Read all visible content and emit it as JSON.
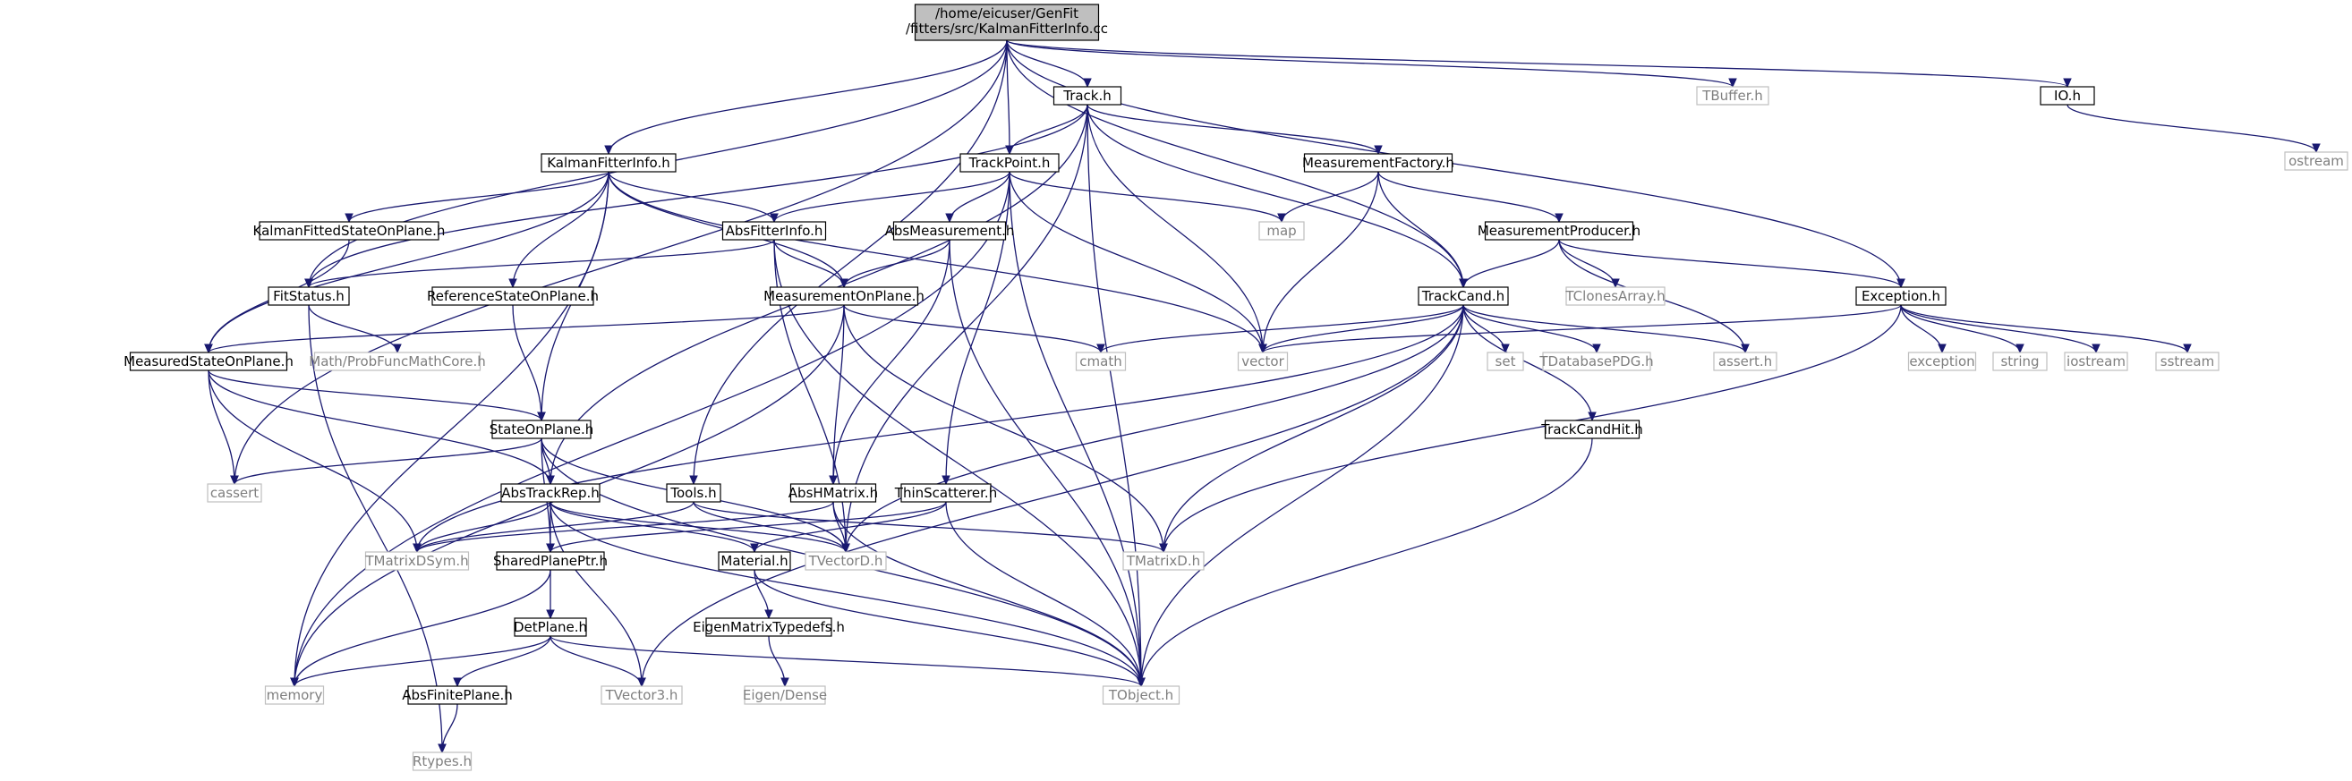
{
  "colors": {
    "edge": "#191970",
    "internal_border": "#000000",
    "external_border": "#bfbfbf",
    "root_fill": "#bfbfbf",
    "external_text": "#7f7f7f",
    "internal_text": "#000000"
  },
  "nodes": [
    {
      "id": "root",
      "lines": [
        "/home/eicuser/GenFit",
        "/fitters/src/KalmanFitterInfo.cc"
      ],
      "kind": "root"
    },
    {
      "id": "track_h",
      "lines": [
        "Track.h"
      ],
      "kind": "internal"
    },
    {
      "id": "tbuffer_h",
      "lines": [
        "TBuffer.h"
      ],
      "kind": "external"
    },
    {
      "id": "io_h",
      "lines": [
        "IO.h"
      ],
      "kind": "internal"
    },
    {
      "id": "ostream",
      "lines": [
        "ostream"
      ],
      "kind": "external"
    },
    {
      "id": "kalmanfitterinfo_h",
      "lines": [
        "KalmanFitterInfo.h"
      ],
      "kind": "internal"
    },
    {
      "id": "trackpoint_h",
      "lines": [
        "TrackPoint.h"
      ],
      "kind": "internal"
    },
    {
      "id": "measurementfactory_h",
      "lines": [
        "MeasurementFactory.h"
      ],
      "kind": "internal"
    },
    {
      "id": "kalmanfittedstateonplane_h",
      "lines": [
        "KalmanFittedStateOnPlane.h"
      ],
      "kind": "internal"
    },
    {
      "id": "absfitterinfo_h",
      "lines": [
        "AbsFitterInfo.h"
      ],
      "kind": "internal"
    },
    {
      "id": "absmeasurement_h",
      "lines": [
        "AbsMeasurement.h"
      ],
      "kind": "internal"
    },
    {
      "id": "map",
      "lines": [
        "map"
      ],
      "kind": "external"
    },
    {
      "id": "measurementproducer_h",
      "lines": [
        "MeasurementProducer.h"
      ],
      "kind": "internal"
    },
    {
      "id": "fitstatus_h",
      "lines": [
        "FitStatus.h"
      ],
      "kind": "internal"
    },
    {
      "id": "referencestateonplane_h",
      "lines": [
        "ReferenceStateOnPlane.h"
      ],
      "kind": "internal"
    },
    {
      "id": "measurementonplane_h",
      "lines": [
        "MeasurementOnPlane.h"
      ],
      "kind": "internal"
    },
    {
      "id": "trackcand_h",
      "lines": [
        "TrackCand.h"
      ],
      "kind": "internal"
    },
    {
      "id": "exception_h",
      "lines": [
        "Exception.h"
      ],
      "kind": "internal"
    },
    {
      "id": "tclonesarray_h",
      "lines": [
        "TClonesArray.h"
      ],
      "kind": "external"
    },
    {
      "id": "cmath",
      "lines": [
        "cmath"
      ],
      "kind": "external"
    },
    {
      "id": "vector",
      "lines": [
        "vector"
      ],
      "kind": "external"
    },
    {
      "id": "set",
      "lines": [
        "set"
      ],
      "kind": "external"
    },
    {
      "id": "tdatabasepdg_h",
      "lines": [
        "TDatabasePDG.h"
      ],
      "kind": "external"
    },
    {
      "id": "assert_h",
      "lines": [
        "assert.h"
      ],
      "kind": "external"
    },
    {
      "id": "exception",
      "lines": [
        "exception"
      ],
      "kind": "external"
    },
    {
      "id": "string",
      "lines": [
        "string"
      ],
      "kind": "external"
    },
    {
      "id": "iostream",
      "lines": [
        "iostream"
      ],
      "kind": "external"
    },
    {
      "id": "sstream",
      "lines": [
        "sstream"
      ],
      "kind": "external"
    },
    {
      "id": "measuredstateonplane_h",
      "lines": [
        "MeasuredStateOnPlane.h"
      ],
      "kind": "internal"
    },
    {
      "id": "probfuncmathcore_h",
      "lines": [
        "Math/ProbFuncMathCore.h"
      ],
      "kind": "external"
    },
    {
      "id": "trackcandhit_h",
      "lines": [
        "TrackCandHit.h"
      ],
      "kind": "internal"
    },
    {
      "id": "stateonplane_h",
      "lines": [
        "StateOnPlane.h"
      ],
      "kind": "internal"
    },
    {
      "id": "cassert",
      "lines": [
        "cassert"
      ],
      "kind": "external"
    },
    {
      "id": "abstrackrep_h",
      "lines": [
        "AbsTrackRep.h"
      ],
      "kind": "internal"
    },
    {
      "id": "tools_h",
      "lines": [
        "Tools.h"
      ],
      "kind": "internal"
    },
    {
      "id": "abshmatrix_h",
      "lines": [
        "AbsHMatrix.h"
      ],
      "kind": "internal"
    },
    {
      "id": "thinscatterer_h",
      "lines": [
        "ThinScatterer.h"
      ],
      "kind": "internal"
    },
    {
      "id": "tmatrixdsym_h",
      "lines": [
        "TMatrixDSym.h"
      ],
      "kind": "external"
    },
    {
      "id": "sharedplaneptr_h",
      "lines": [
        "SharedPlanePtr.h"
      ],
      "kind": "internal"
    },
    {
      "id": "material_h",
      "lines": [
        "Material.h"
      ],
      "kind": "internal"
    },
    {
      "id": "tvectord_h",
      "lines": [
        "TVectorD.h"
      ],
      "kind": "external"
    },
    {
      "id": "tmatrixd_h",
      "lines": [
        "TMatrixD.h"
      ],
      "kind": "external"
    },
    {
      "id": "detplane_h",
      "lines": [
        "DetPlane.h"
      ],
      "kind": "internal"
    },
    {
      "id": "eigenmatrixtypedefs_h",
      "lines": [
        "EigenMatrixTypedefs.h"
      ],
      "kind": "internal"
    },
    {
      "id": "memory",
      "lines": [
        "memory"
      ],
      "kind": "external"
    },
    {
      "id": "absfiniteplane_h",
      "lines": [
        "AbsFinitePlane.h"
      ],
      "kind": "internal"
    },
    {
      "id": "tvector3_h",
      "lines": [
        "TVector3.h"
      ],
      "kind": "external"
    },
    {
      "id": "eigen_dense",
      "lines": [
        "Eigen/Dense"
      ],
      "kind": "external"
    },
    {
      "id": "tobject_h",
      "lines": [
        "TObject.h"
      ],
      "kind": "external"
    },
    {
      "id": "rtypes_h",
      "lines": [
        "Rtypes.h"
      ],
      "kind": "external"
    }
  ],
  "edges": [
    [
      "root",
      "track_h"
    ],
    [
      "root",
      "tbuffer_h"
    ],
    [
      "root",
      "io_h"
    ],
    [
      "root",
      "kalmanfitterinfo_h"
    ],
    [
      "root",
      "trackpoint_h"
    ],
    [
      "root",
      "trackcand_h"
    ],
    [
      "root",
      "exception_h"
    ],
    [
      "root",
      "fitstatus_h"
    ],
    [
      "root",
      "cassert"
    ],
    [
      "root",
      "tools_h"
    ],
    [
      "io_h",
      "ostream"
    ],
    [
      "track_h",
      "trackpoint_h"
    ],
    [
      "track_h",
      "measurementfactory_h"
    ],
    [
      "track_h",
      "trackcand_h"
    ],
    [
      "track_h",
      "abstrackrep_h"
    ],
    [
      "track_h",
      "fitstatus_h"
    ],
    [
      "track_h",
      "vector"
    ],
    [
      "track_h",
      "tvectord_h"
    ],
    [
      "track_h",
      "tobject_h"
    ],
    [
      "kalmanfitterinfo_h",
      "kalmanfittedstateonplane_h"
    ],
    [
      "kalmanfitterinfo_h",
      "absfitterinfo_h"
    ],
    [
      "kalmanfitterinfo_h",
      "referencestateonplane_h"
    ],
    [
      "kalmanfitterinfo_h",
      "measurementonplane_h"
    ],
    [
      "kalmanfitterinfo_h",
      "measuredstateonplane_h"
    ],
    [
      "kalmanfitterinfo_h",
      "stateonplane_h"
    ],
    [
      "kalmanfitterinfo_h",
      "vector"
    ],
    [
      "kalmanfitterinfo_h",
      "memory"
    ],
    [
      "trackpoint_h",
      "absfitterinfo_h"
    ],
    [
      "trackpoint_h",
      "absmeasurement_h"
    ],
    [
      "trackpoint_h",
      "map"
    ],
    [
      "trackpoint_h",
      "vector"
    ],
    [
      "trackpoint_h",
      "thinscatterer_h"
    ],
    [
      "trackpoint_h",
      "memory"
    ],
    [
      "trackpoint_h",
      "tobject_h"
    ],
    [
      "measurementfactory_h",
      "map"
    ],
    [
      "measurementfactory_h",
      "measurementproducer_h"
    ],
    [
      "measurementfactory_h",
      "trackcand_h"
    ],
    [
      "measurementfactory_h",
      "vector"
    ],
    [
      "measurementproducer_h",
      "trackcand_h"
    ],
    [
      "measurementproducer_h",
      "tclonesarray_h"
    ],
    [
      "measurementproducer_h",
      "exception_h"
    ],
    [
      "measurementproducer_h",
      "assert_h"
    ],
    [
      "kalmanfittedstateonplane_h",
      "measuredstateonplane_h"
    ],
    [
      "absfitterinfo_h",
      "fitstatus_h"
    ],
    [
      "absfitterinfo_h",
      "measurementonplane_h"
    ],
    [
      "absfitterinfo_h",
      "tvectord_h"
    ],
    [
      "absfitterinfo_h",
      "tobject_h"
    ],
    [
      "absmeasurement_h",
      "measurementonplane_h"
    ],
    [
      "absmeasurement_h",
      "abshmatrix_h"
    ],
    [
      "absmeasurement_h",
      "tobject_h"
    ],
    [
      "fitstatus_h",
      "probfuncmathcore_h"
    ],
    [
      "fitstatus_h",
      "rtypes_h"
    ],
    [
      "referencestateonplane_h",
      "stateonplane_h"
    ],
    [
      "measurementonplane_h",
      "measuredstateonplane_h"
    ],
    [
      "measurementonplane_h",
      "abshmatrix_h"
    ],
    [
      "measurementonplane_h",
      "cmath"
    ],
    [
      "measurementonplane_h",
      "memory"
    ],
    [
      "measurementonplane_h",
      "tmatrixd_h"
    ],
    [
      "trackcand_h",
      "vector"
    ],
    [
      "trackcand_h",
      "set"
    ],
    [
      "trackcand_h",
      "tdatabasepdg_h"
    ],
    [
      "trackcand_h",
      "assert_h"
    ],
    [
      "trackcand_h",
      "cmath"
    ],
    [
      "trackcand_h",
      "trackcandhit_h"
    ],
    [
      "trackcand_h",
      "tmatrixdsym_h"
    ],
    [
      "trackcand_h",
      "tvectord_h"
    ],
    [
      "trackcand_h",
      "tmatrixd_h"
    ],
    [
      "trackcand_h",
      "tvector3_h"
    ],
    [
      "trackcand_h",
      "tobject_h"
    ],
    [
      "exception_h",
      "vector"
    ],
    [
      "exception_h",
      "exception"
    ],
    [
      "exception_h",
      "string"
    ],
    [
      "exception_h",
      "iostream"
    ],
    [
      "exception_h",
      "sstream"
    ],
    [
      "exception_h",
      "tmatrixd_h"
    ],
    [
      "trackcandhit_h",
      "tobject_h"
    ],
    [
      "measuredstateonplane_h",
      "stateonplane_h"
    ],
    [
      "measuredstateonplane_h",
      "abstrackrep_h"
    ],
    [
      "measuredstateonplane_h",
      "cassert"
    ],
    [
      "measuredstateonplane_h",
      "tmatrixdsym_h"
    ],
    [
      "stateonplane_h",
      "abstrackrep_h"
    ],
    [
      "stateonplane_h",
      "sharedplaneptr_h"
    ],
    [
      "stateonplane_h",
      "cassert"
    ],
    [
      "stateonplane_h",
      "tvectord_h"
    ],
    [
      "stateonplane_h",
      "tobject_h"
    ],
    [
      "abstrackrep_h",
      "sharedplaneptr_h"
    ],
    [
      "abstrackrep_h",
      "material_h"
    ],
    [
      "abstrackrep_h",
      "tmatrixdsym_h"
    ],
    [
      "abstrackrep_h",
      "tvectord_h"
    ],
    [
      "abstrackrep_h",
      "tvector3_h"
    ],
    [
      "abstrackrep_h",
      "tobject_h"
    ],
    [
      "tools_h",
      "tmatrixdsym_h"
    ],
    [
      "tools_h",
      "tvectord_h"
    ],
    [
      "tools_h",
      "tmatrixd_h"
    ],
    [
      "abshmatrix_h",
      "tmatrixdsym_h"
    ],
    [
      "abshmatrix_h",
      "tvectord_h"
    ],
    [
      "abshmatrix_h",
      "tobject_h"
    ],
    [
      "thinscatterer_h",
      "material_h"
    ],
    [
      "thinscatterer_h",
      "sharedplaneptr_h"
    ],
    [
      "thinscatterer_h",
      "tobject_h"
    ],
    [
      "sharedplaneptr_h",
      "detplane_h"
    ],
    [
      "sharedplaneptr_h",
      "memory"
    ],
    [
      "material_h",
      "eigenmatrixtypedefs_h"
    ],
    [
      "material_h",
      "tobject_h"
    ],
    [
      "eigenmatrixtypedefs_h",
      "eigen_dense"
    ],
    [
      "detplane_h",
      "absfiniteplane_h"
    ],
    [
      "detplane_h",
      "memory"
    ],
    [
      "detplane_h",
      "tvector3_h"
    ],
    [
      "detplane_h",
      "tobject_h"
    ],
    [
      "absfiniteplane_h",
      "rtypes_h"
    ]
  ]
}
